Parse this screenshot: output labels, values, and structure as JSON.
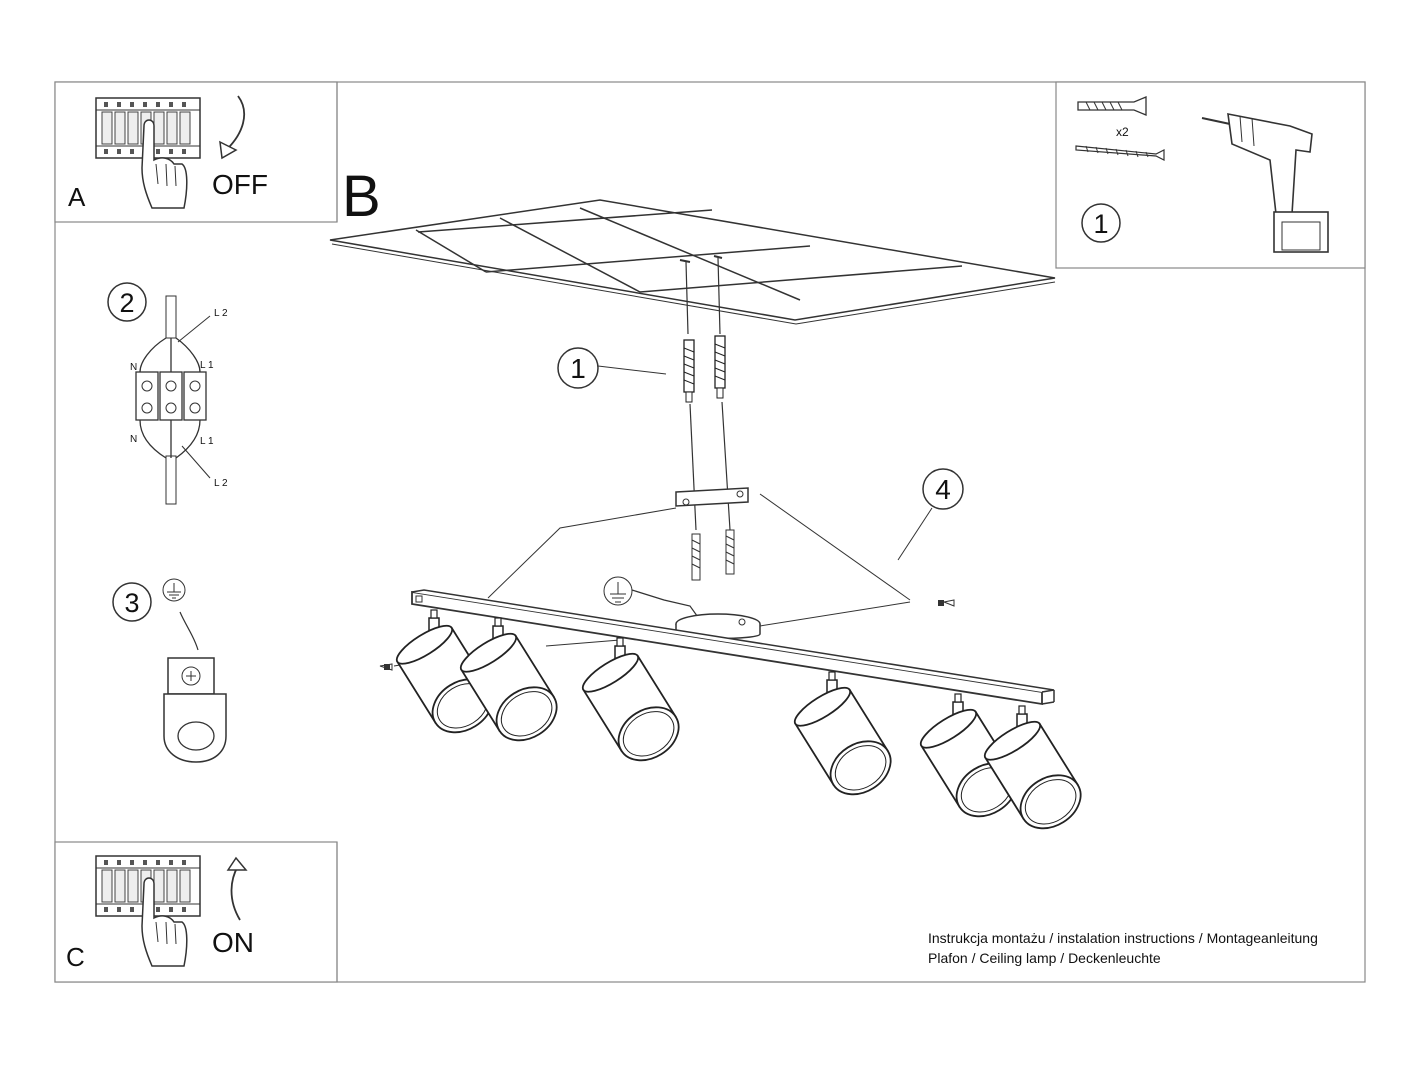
{
  "panels": {
    "a": {
      "letter": "A",
      "action": "OFF"
    },
    "b": {
      "letter": "B"
    },
    "c": {
      "letter": "C",
      "action": "ON"
    }
  },
  "steps": {
    "one": "1",
    "two": "2",
    "three": "3",
    "four": "4"
  },
  "wiring": {
    "top": {
      "l2": "L 2",
      "l1": "L 1",
      "n": "N"
    },
    "bottom": {
      "l2": "L 2",
      "l1": "L 1",
      "n": "N"
    }
  },
  "kit": {
    "quantity": "x2"
  },
  "footer": {
    "line1": "Instrukcja montażu / instalation instructions / Montageanleitung",
    "line2": "Plafon / Ceiling lamp / Deckenleuchte"
  }
}
